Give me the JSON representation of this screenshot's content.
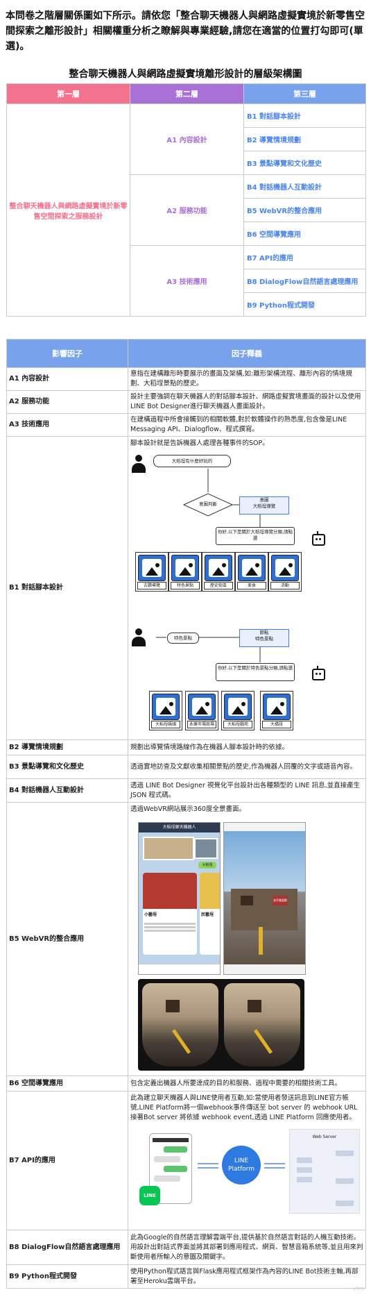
{
  "intro": "本問卷之階層關係圖如下所示。請依您「整合聊天機器人與網路虛擬實境於新零售空間探索之離形設計」相關權重分析之瞭解與專業經驗,請您在適當的位置打勾即可(單選)。",
  "hierarchy": {
    "title": "整合聊天機器人與網路虛擬實境離形設計的層級架構圖",
    "headers": [
      "第一層",
      "第二層",
      "第三層"
    ],
    "level1": "整合聊天機器人與網路虛擬實境於新零售空間探索之服務設計",
    "level2": [
      "A1 內容設計",
      "A2 服務功能",
      "A3 技術應用"
    ],
    "level3": [
      "B1 對話腳本設計",
      "B2 導覽情境規劃",
      "B3 景點導覽和文化歷史",
      "B4 對話機器人互動設計",
      "B5 WebVR的整合應用",
      "B6 空間導覽應用",
      "B7 API的應用",
      "B8 DialogFlow自然語言處理應用",
      "B9 Python程式開發"
    ]
  },
  "factors": {
    "headers": [
      "影響因子",
      "因子釋義"
    ],
    "rows": [
      {
        "name": "A1 內容設計",
        "desc": "意指在建構離形時要展示的畫面及架構,如:離形架構流程、離形內容的情境規劃、大稻埕景點的歷史。"
      },
      {
        "name": "A2 服務功能",
        "desc": "設計主要強調在聊天機器人的對話腳本設計、網路虛擬實境畫面的設計以及使用LINE Bot Designer進行聊天機器人畫面設計。"
      },
      {
        "name": "A3 技術應用",
        "desc": "在建構過程中所會接觸到的相關軟體,對於軟體操作的熟悉度,包含像是LINE Messaging API、Dialogflow、程式撰寫。"
      },
      {
        "name": "B1 對話腳本設計",
        "desc": "腳本設計就是告訴機器人處理各種事件的SOP。"
      },
      {
        "name": "B2 導覽情境規劃",
        "desc": "規劃出導覽情境路線作為在機器人腳本設計時的依據。"
      },
      {
        "name": "B3 景點導覽和文化歷史",
        "desc": "透過實地訪查及文獻收集相關景點的歷史,作為機器人回覆的文字或語音內容。"
      },
      {
        "name": "B4 對話機器人互動設計",
        "desc": "透過 LINE Bot Designer 視覺化平台設計出各種類型的 LINE 訊息,並直接產生JSON 程式碼。"
      },
      {
        "name": "B5 WebVR的整合應用",
        "desc": "透過WebVR網站展示360度全景畫面。"
      },
      {
        "name": "B6 空間導覽應用",
        "desc": "包含定義出機器人所要達成的目的和服務、過程中需要的相關技術工具。"
      },
      {
        "name": "B7 API的應用",
        "desc": "此為建立聊天機器人與LINE使用者互動,如:當使用者發送訊息到LINE官方帳號,LINE Platform將一個webhook事件傳送至 bot server 的 webhook URL接著Bot server 將依據 webhook event,透過 LINE Platform 回應使用者。"
      },
      {
        "name": "B8 DialogFlow自然語言處理應用",
        "desc": "此為Google的自然語言理解雲端平台,提供基於自然語言對話的人機互動技術。用設計出對話式界面並將其部署到應用程式、網頁、智慧音箱系統等,並且用來判斷使用者所輸入的意圖及關鍵字。"
      },
      {
        "name": "B9 Python程式開發",
        "desc": "使用Python程式語言與Flask應用程式框架作為內容的LINE Bot技術主軸,再部署至Heroku雲端平台。"
      }
    ]
  },
  "flowchart": {
    "start": "大稻埕有什麼好玩的",
    "decision": "意圖判斷",
    "intent_a": "意圖",
    "intent_a_sub": "大稻埕導覽",
    "bot_reply_1": "你好,以下是關於大稻埕導覽分類,請點選",
    "categories": [
      "古蹟導覽",
      "特色景點",
      "歷史街區",
      "美食",
      "活動"
    ],
    "user_choice": "特色景點",
    "intent_b": "節點",
    "intent_b_sub": "特色景點",
    "bot_reply_2": "你好,以下是關於特色景點分類,請點選",
    "spots": [
      "大稻埕碼頭",
      "永樂市場商場",
      "大稻埕戲苑",
      "大橋段"
    ]
  },
  "vr": {
    "chat_title": "大稻埕聊天機器人",
    "card_left": "小藝埕",
    "card_right": "民藝埕",
    "bubble": "大稻埕",
    "sign": "金莎鳳梨酥"
  },
  "api_diagram": {
    "platform": "LINE Platform",
    "line_logo": "LINE",
    "server": "Web Server"
  },
  "watermark": "ehrs"
}
